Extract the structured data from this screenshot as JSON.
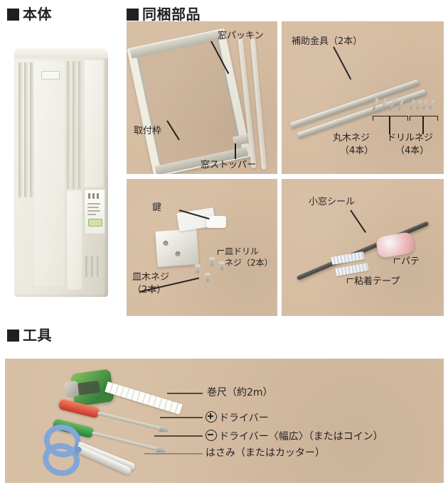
{
  "page": {
    "background_color": "#ffffff",
    "photo_background_color": "#d6bda2",
    "ink_color": "#231f20"
  },
  "sections": {
    "unit": {
      "heading": "本体",
      "bullet": "filled-square"
    },
    "parts": {
      "heading": "同梱部品",
      "bullet": "filled-square"
    },
    "tools": {
      "heading": "工具",
      "bullet": "filled-square"
    }
  },
  "parts_panels": [
    {
      "id": "frame",
      "labels": [
        {
          "text": "窓パッキン",
          "name": "label-window-packing"
        },
        {
          "text": "取付枠",
          "name": "label-mounting-frame"
        },
        {
          "text": "窓ストッパー",
          "name": "label-window-stopper"
        }
      ]
    },
    {
      "id": "brackets",
      "labels": [
        {
          "text": "補助金具（2本）",
          "name": "label-auxiliary-bracket"
        },
        {
          "text": "丸木ネジ",
          "name": "label-round-wood-screw"
        },
        {
          "text": "（4本）",
          "name": "label-round-wood-screw-qty"
        },
        {
          "text": "ドリルネジ",
          "name": "label-drill-screw"
        },
        {
          "text": "（4本）",
          "name": "label-drill-screw-qty"
        }
      ]
    },
    {
      "id": "lock",
      "labels": [
        {
          "text": "鍵",
          "name": "label-lock"
        },
        {
          "text": "皿ドリル",
          "name": "label-flat-drill-screw-line1"
        },
        {
          "text": "ネジ（2本）",
          "name": "label-flat-drill-screw-line2"
        },
        {
          "text": "皿木ネジ",
          "name": "label-flat-wood-screw"
        },
        {
          "text": "（2本）",
          "name": "label-flat-wood-screw-qty"
        }
      ]
    },
    {
      "id": "seal",
      "labels": [
        {
          "text": "小窓シール",
          "name": "label-small-window-seal"
        },
        {
          "text": "パテ",
          "name": "label-putty"
        },
        {
          "text": "粘着テープ",
          "name": "label-adhesive-tape"
        }
      ]
    }
  ],
  "tools": {
    "items": [
      {
        "text": "巻尺（約2m）",
        "symbol": "none",
        "name": "tool-tape-measure"
      },
      {
        "text": "ドライバー",
        "symbol": "plus",
        "name": "tool-phillips-driver"
      },
      {
        "text": "ドライバー〈幅広〉（またはコイン）",
        "symbol": "minus",
        "name": "tool-flathead-driver"
      },
      {
        "text": "はさみ（またはカッター）",
        "symbol": "none",
        "name": "tool-scissors"
      }
    ]
  }
}
